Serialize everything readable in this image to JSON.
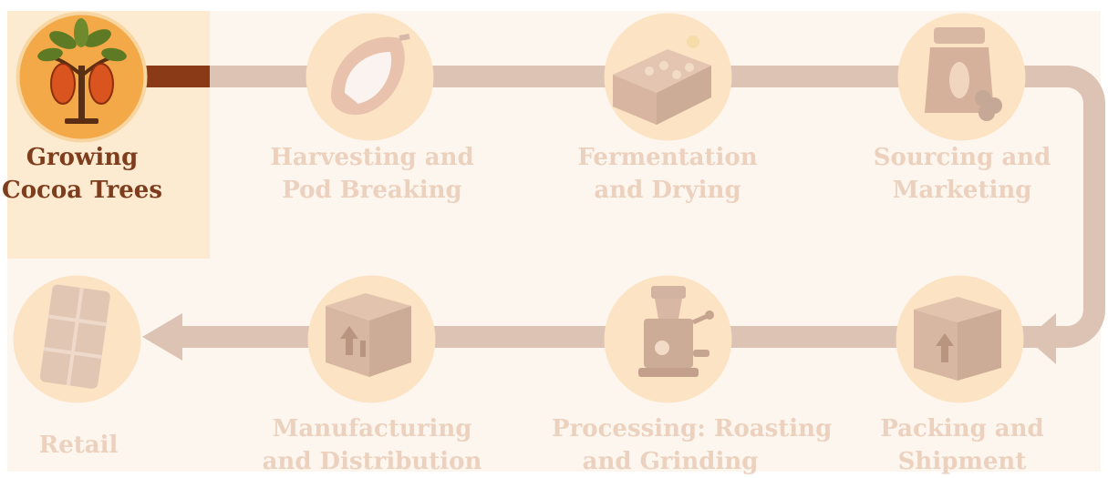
{
  "steps": [
    {
      "id": "growing",
      "line1": "Growing",
      "line2": "Cocoa Trees",
      "icon": "cocoa-tree-icon",
      "active": true
    },
    {
      "id": "harvesting",
      "line1": "Harvesting and",
      "line2": "Pod Breaking",
      "icon": "cocoa-pod-icon",
      "active": false
    },
    {
      "id": "fermentation",
      "line1": "Fermentation",
      "line2": "and Drying",
      "icon": "fermentation-box-icon",
      "active": false
    },
    {
      "id": "sourcing",
      "line1": "Sourcing and",
      "line2": "Marketing",
      "icon": "cocoa-sack-icon",
      "active": false
    },
    {
      "id": "packing",
      "line1": "Packing and",
      "line2": "Shipment",
      "icon": "shipping-box-icon",
      "active": false
    },
    {
      "id": "processing",
      "line1": "Processing: Roasting",
      "line2": "and Grinding",
      "icon": "grinder-icon",
      "active": false
    },
    {
      "id": "manufacturing",
      "line1": "Manufacturing",
      "line2": "and Distribution",
      "icon": "distribution-box-icon",
      "active": false
    },
    {
      "id": "retail",
      "line1": "Retail",
      "line2": "",
      "icon": "chocolate-bar-icon",
      "active": false
    }
  ],
  "colors": {
    "active_text": "#7e3d1c",
    "inactive_text": "#ecd1be",
    "connector": "#dcc3b3",
    "active_connector": "#8a3a16",
    "highlight": "#fcebd1",
    "panel": "#fdf6ee"
  }
}
